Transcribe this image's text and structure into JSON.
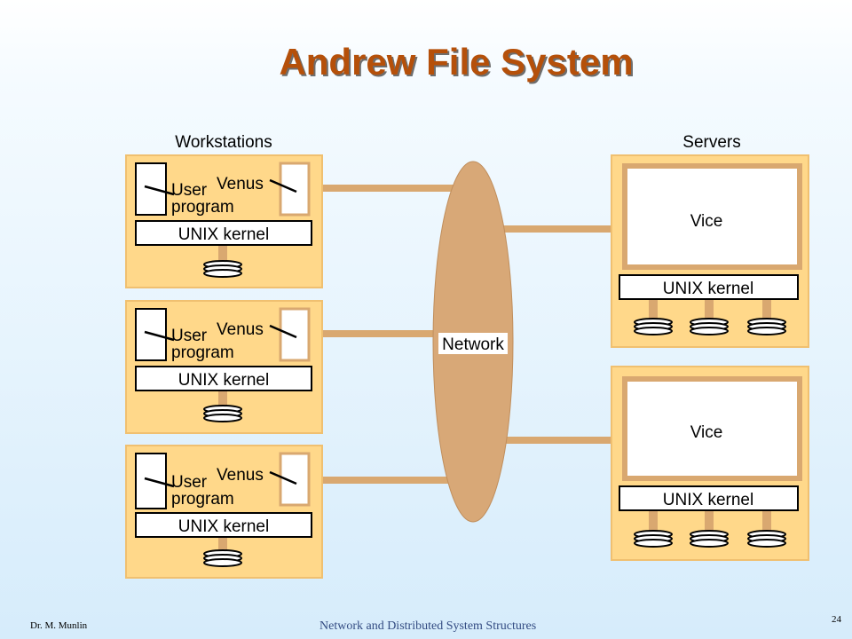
{
  "slide": {
    "title": "Andrew File System",
    "author": "Dr. M. Munlin",
    "course": "Network and Distributed System Structures",
    "page_number": "24"
  },
  "diagram": {
    "workstations_header": "Workstations",
    "servers_header": "Servers",
    "network_label": "Network",
    "workstations": [
      {
        "venus": "Venus",
        "user_line1": "User",
        "user_line2": "program",
        "kernel": "UNIX kernel"
      },
      {
        "venus": "Venus",
        "user_line1": "User",
        "user_line2": "program",
        "kernel": "UNIX kernel"
      },
      {
        "venus": "Venus",
        "user_line1": "User",
        "user_line2": "program",
        "kernel": "UNIX kernel"
      }
    ],
    "servers": [
      {
        "vice": "Vice",
        "kernel": "UNIX kernel"
      },
      {
        "vice": "Vice",
        "kernel": "UNIX kernel"
      }
    ],
    "colors": {
      "panel": "#ffd88a",
      "connector": "#d9a870",
      "network": "#d8a877",
      "title": "#b5500a"
    }
  }
}
